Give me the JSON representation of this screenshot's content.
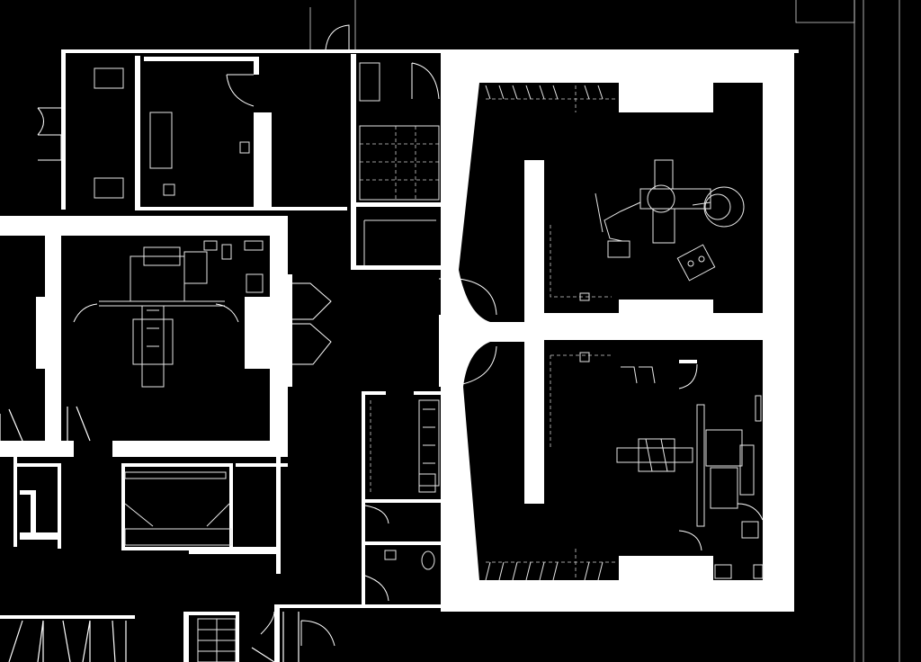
{
  "diagram": {
    "kind": "architectural-floor-plan",
    "colors": {
      "background": "#000000",
      "walls": "#ffffff",
      "linework": "#e6e6e6"
    },
    "rooms": [
      {
        "id": "storage-top-left",
        "equipment": [
          "cabinet"
        ]
      },
      {
        "id": "office-top-left",
        "equipment": [
          "desk",
          "chair",
          "sink"
        ]
      },
      {
        "id": "closet-column-middle",
        "equipment": [
          "shelving"
        ]
      },
      {
        "id": "imaging-room-left",
        "equipment": [
          "x-ray-table",
          "overhead-tube",
          "control-console"
        ]
      },
      {
        "id": "changing-room-left",
        "equipment": [
          "bench"
        ]
      },
      {
        "id": "work-area-middle",
        "equipment": [
          "counter",
          "cabinets"
        ]
      },
      {
        "id": "restroom-middle",
        "equipment": [
          "toilet",
          "sink"
        ]
      },
      {
        "id": "shielded-room-upper-right",
        "equipment": [
          "c-arm",
          "operating-table",
          "monitor-cart"
        ]
      },
      {
        "id": "shielded-room-lower-right",
        "equipment": [
          "x-ray-table",
          "detector-stand",
          "cabinets"
        ]
      }
    ]
  }
}
